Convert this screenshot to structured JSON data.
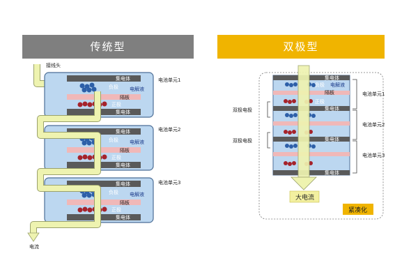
{
  "headers": {
    "traditional": "传统型",
    "bipolar": "双极型"
  },
  "traditional": {
    "connector_label": "接线头",
    "current_label": "电流",
    "cells": [
      {
        "cell_label": "电池单元1",
        "collector_top": "集电体",
        "anode": "负极",
        "electrolyte": "电解液",
        "separator": "隔板",
        "cathode": "正极",
        "collector_bottom": "集电体"
      },
      {
        "cell_label": "电池单元2",
        "collector_top": "集电体",
        "anode": "负极",
        "electrolyte": "电解液",
        "separator": "隔板",
        "cathode": "正极",
        "collector_bottom": "集电体"
      },
      {
        "cell_label": "电池单元3",
        "collector_top": "集电体",
        "anode": "负极",
        "electrolyte": "电解液",
        "separator": "隔板",
        "cathode": "正极",
        "collector_bottom": "集电体"
      }
    ]
  },
  "bipolar": {
    "collector_label": "集电体",
    "anode": "负极",
    "electrolyte": "电解液",
    "separator": "隔板",
    "cathode": "正极",
    "bipolar_electrode_1": "双极电极",
    "bipolar_electrode_2": "双极电极",
    "cells": [
      "电池单元1",
      "电池单元2",
      "电池单元3"
    ],
    "big_current_label": "大电流",
    "compact_label": "紧凑化"
  },
  "colors": {
    "header_traditional": "#7f7f7f",
    "header_bipolar": "#f0b400",
    "cell_fill": "#bcd7f0",
    "collector": "#5a5a5a",
    "separator": "#f0b8b8",
    "anode_particles": "#2d5fa8",
    "cathode_particles": "#a5232b",
    "arrow": "#eef3b0"
  }
}
